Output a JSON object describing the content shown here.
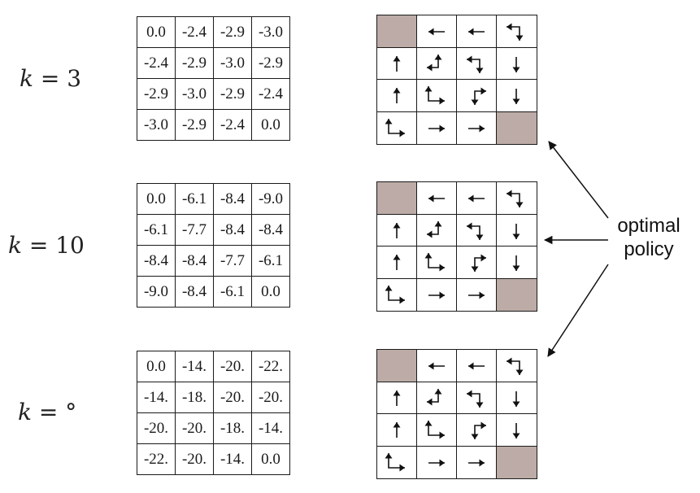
{
  "rows": [
    {
      "k_value": "3",
      "values": [
        [
          "0.0",
          "-2.4",
          "-2.9",
          "-3.0"
        ],
        [
          "-2.4",
          "-2.9",
          "-3.0",
          "-2.9"
        ],
        [
          "-2.9",
          "-3.0",
          "-2.9",
          "-2.4"
        ],
        [
          "-3.0",
          "-2.9",
          "-2.4",
          "0.0"
        ]
      ]
    },
    {
      "k_value": "10",
      "values": [
        [
          "0.0",
          "-6.1",
          "-8.4",
          "-9.0"
        ],
        [
          "-6.1",
          "-7.7",
          "-8.4",
          "-8.4"
        ],
        [
          "-8.4",
          "-8.4",
          "-7.7",
          "-6.1"
        ],
        [
          "-9.0",
          "-8.4",
          "-6.1",
          "0.0"
        ]
      ]
    },
    {
      "k_value": "°",
      "values": [
        [
          "0.0",
          "-14.",
          "-20.",
          "-22."
        ],
        [
          "-14.",
          "-18.",
          "-20.",
          "-20."
        ],
        [
          "-20.",
          "-20.",
          "-18.",
          "-14."
        ],
        [
          "-22.",
          "-20.",
          "-14.",
          "0.0"
        ]
      ]
    }
  ],
  "k_prefix": "k",
  "k_equals": " = ",
  "policy": [
    [
      "terminal",
      "left",
      "left",
      "left-down"
    ],
    [
      "up",
      "up-left",
      "left-down",
      "down"
    ],
    [
      "up",
      "up-right",
      "right-down",
      "down"
    ],
    [
      "up-right",
      "right",
      "right",
      "terminal"
    ]
  ],
  "terminal_color": "#bcaba6",
  "annotation": {
    "line1": "optimal",
    "line2": "policy"
  }
}
